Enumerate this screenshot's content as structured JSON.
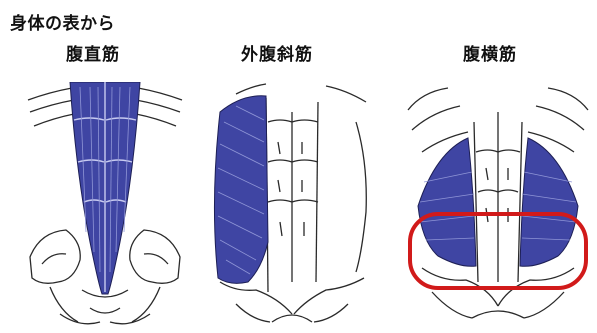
{
  "title": "身体の表から",
  "panels": [
    {
      "label": "腹直筋",
      "icon": "rectus-abdominis-illustration"
    },
    {
      "label": "外腹斜筋",
      "icon": "external-oblique-illustration"
    },
    {
      "label": "腹横筋",
      "icon": "transversus-abdominis-illustration"
    }
  ],
  "colors": {
    "muscle": "#3f45a3",
    "muscle_light": "#8f95d6",
    "outline": "#2a2a2a",
    "highlight_ring": "#d11a1a"
  }
}
